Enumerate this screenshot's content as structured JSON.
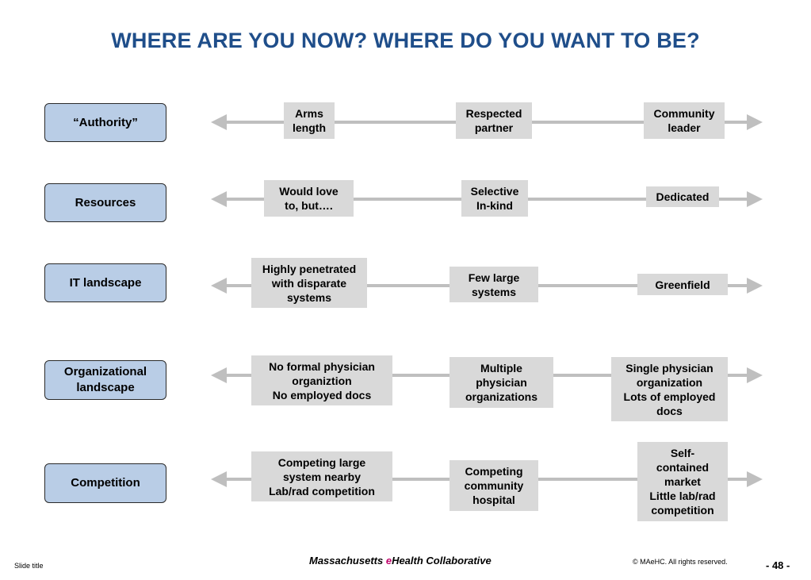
{
  "title": "WHERE ARE YOU NOW?  WHERE DO YOU WANT TO BE?",
  "rows": [
    {
      "label": "“Authority”",
      "now": "Arms\nlength",
      "mid": "Respected\npartner",
      "target": "Community\nleader"
    },
    {
      "label": "Resources",
      "now": "Would love\nto, but….",
      "mid": "Selective\nIn-kind",
      "target": "Dedicated"
    },
    {
      "label": "IT landscape",
      "now": "Highly penetrated\nwith disparate\nsystems",
      "mid": "Few large\nsystems",
      "target": "Greenfield"
    },
    {
      "label": "Organizational\nlandscape",
      "now": "No formal physician\norganiztion\nNo employed docs",
      "mid": "Multiple\nphysician\norganizations",
      "target": "Single physician\norganization\nLots of employed\ndocs"
    },
    {
      "label": "Competition",
      "now": "Competing large\nsystem nearby\nLab/rad competition",
      "mid": "Competing\ncommunity\nhospital",
      "target": "Self-\ncontained\nmarket\nLittle lab/rad\ncompetition"
    }
  ],
  "footer": {
    "slide_title": "Slide title",
    "org_prefix": "Massachusetts ",
    "org_e": "e",
    "org_suffix": "Health Collaborative",
    "copyright": "© MAeHC.  All rights reserved.",
    "page": "- 48 -"
  },
  "colors": {
    "title": "#1f4e8a",
    "label_fill": "#b9cde6",
    "box_fill": "#d9d9d9",
    "arrow": "#bfbfbf",
    "brand_e": "#c0006a"
  }
}
